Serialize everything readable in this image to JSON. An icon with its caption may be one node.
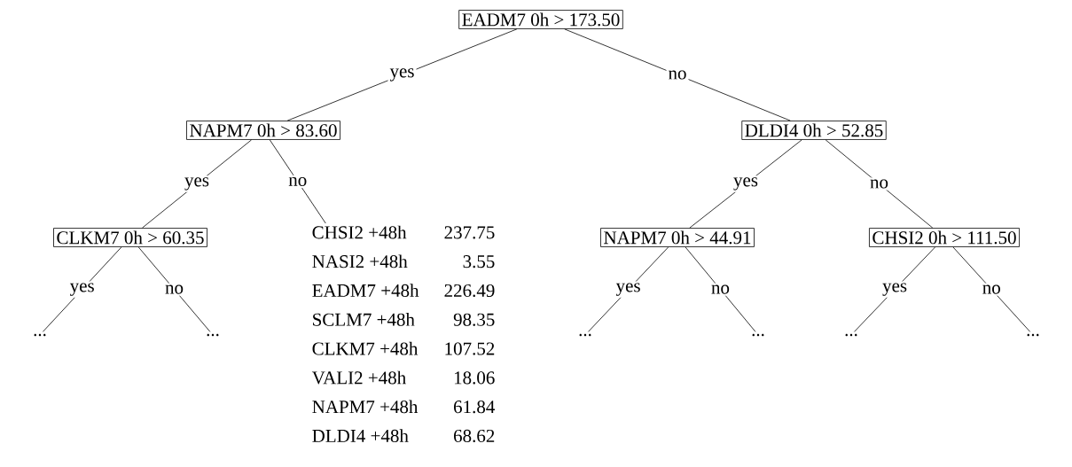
{
  "diagram": {
    "nodes": [
      {
        "text": [
          "EADM7 0h > 173.50"
        ]
      },
      {
        "text": [
          "NAPM7 0h > 83.60"
        ]
      },
      {
        "text": [
          "DLDI4 0h > 52.85"
        ]
      },
      {
        "text": [
          "CLKM7 0h > 60.35"
        ]
      },
      {
        "text": [
          "CHSI2 +48h",
          "237.75",
          "NASI2 +48h",
          "3.55",
          "EADM7 +48h",
          "226.49",
          "SCLM7 +48h",
          "98.35",
          "CLKM7 +48h",
          "107.52",
          "VALI2 +48h",
          "18.06",
          "NAPM7 +48h",
          "61.84",
          "DLDI4 +48h",
          "68.62"
        ]
      },
      {
        "text": [
          "NAPM7 0h > 44.91"
        ]
      },
      {
        "text": [
          "CHSI2 0h > 111.50"
        ]
      },
      {
        "text": [
          "..."
        ]
      },
      {
        "text": [
          "..."
        ]
      },
      {
        "text": [
          "..."
        ]
      },
      {
        "text": [
          "..."
        ]
      },
      {
        "text": [
          "..."
        ]
      },
      {
        "text": [
          "..."
        ]
      }
    ],
    "edges": [
      {
        "from": 0,
        "to": 1,
        "arrow": "none",
        "label": "yes"
      },
      {
        "from": 0,
        "to": 2,
        "arrow": "none",
        "label": "no"
      },
      {
        "from": 1,
        "to": 3,
        "arrow": "none",
        "label": "yes"
      },
      {
        "from": 1,
        "to": 4,
        "arrow": "none",
        "label": "no"
      },
      {
        "from": 2,
        "to": 5,
        "arrow": "none",
        "label": "yes"
      },
      {
        "from": 2,
        "to": 6,
        "arrow": "none",
        "label": "no"
      },
      {
        "from": 3,
        "to": 7,
        "arrow": "none",
        "label": "yes"
      },
      {
        "from": 3,
        "to": 8,
        "arrow": "none",
        "label": "no"
      },
      {
        "from": 5,
        "to": 9,
        "arrow": "none",
        "label": "yes"
      },
      {
        "from": 5,
        "to": 10,
        "arrow": "none",
        "label": "no"
      },
      {
        "from": 6,
        "to": 11,
        "arrow": "none",
        "label": "yes"
      },
      {
        "from": 6,
        "to": 12,
        "arrow": "none",
        "label": "no"
      }
    ]
  }
}
